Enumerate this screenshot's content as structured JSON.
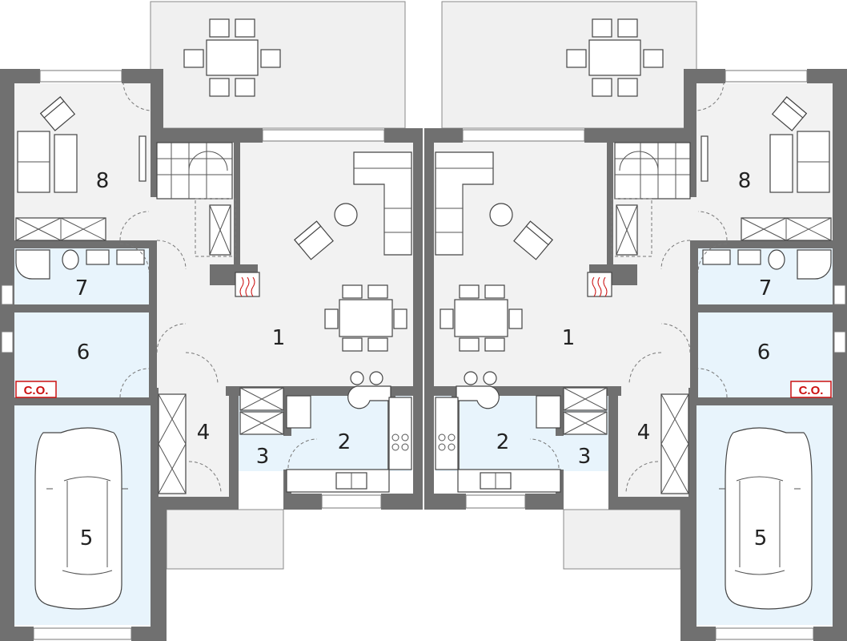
{
  "plan": {
    "room_numbers": {
      "living": "1",
      "kitchen": "2",
      "pantry": "3",
      "hall": "4",
      "garage": "5",
      "boiler": "6",
      "bathroom": "7",
      "room": "8"
    },
    "co_label": "C.O.",
    "colors": {
      "wall": "#707070",
      "floor": "#f2f2f2",
      "wet_area": "#e8f4fc",
      "co_tag": "#cc1111"
    }
  }
}
